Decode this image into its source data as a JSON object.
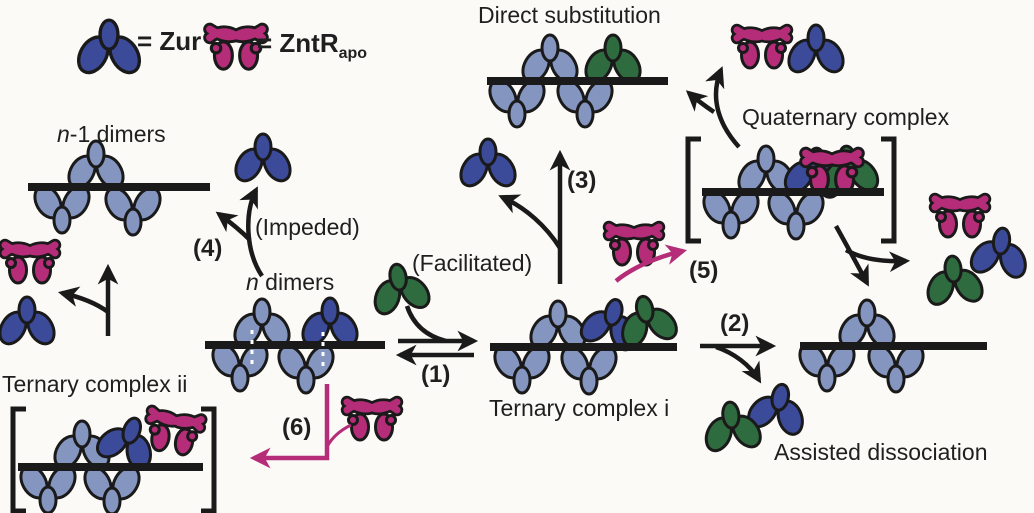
{
  "figure": {
    "colors": {
      "bg": "#fbfaf7",
      "zur_blue": "#3b4a99",
      "repressor_grey": "#8495c0",
      "competitor_green": "#2e6b3e",
      "zntr_magenta": "#b52d78",
      "dna_black": "#1a1a1a"
    },
    "legend": {
      "zur": {
        "label": "= Zur"
      },
      "zntr": {
        "label": "= ZntR",
        "subscript": "apo"
      }
    },
    "pathways": {
      "direct_substitution": "Direct substitution",
      "assisted_dissociation": "Assisted dissociation",
      "impeded": "(Impeded)",
      "facilitated": "(Facilitated)"
    },
    "complexes": {
      "quaternary": "Quaternary complex",
      "ternary_i": "Ternary complex i",
      "ternary_ii": "Ternary complex ii",
      "n_dimers": {
        "italic": "n",
        "rest": " dimers"
      },
      "n_minus_1_dimers": {
        "italic": "n",
        "rest": "-1 dimers"
      }
    },
    "steps": {
      "s1": "(1)",
      "s2": "(2)",
      "s3": "(3)",
      "s4": "(4)",
      "s5": "(5)",
      "s6": "(6)"
    }
  }
}
